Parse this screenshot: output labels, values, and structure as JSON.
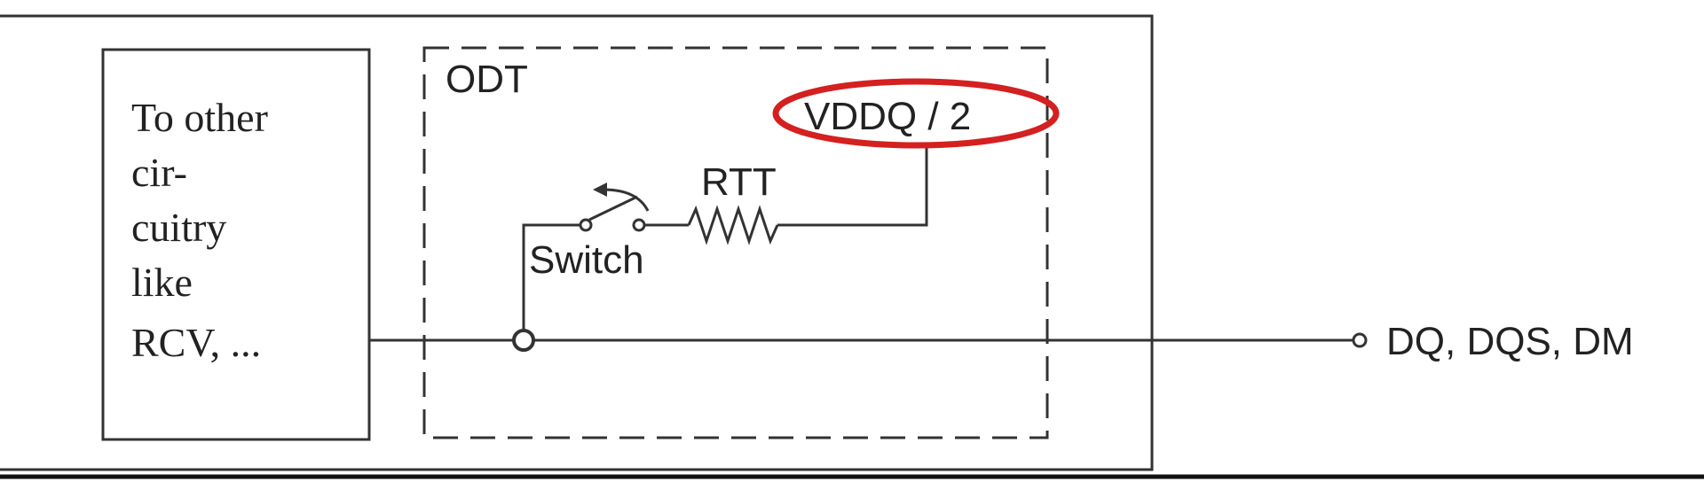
{
  "left_block": {
    "lines": [
      "To other",
      "cir-",
      "cuitry",
      "like",
      "RCV, ..."
    ]
  },
  "odt": {
    "label": "ODT",
    "supply_label": "VDDQ / 2",
    "resistor_label": "RTT",
    "switch_label": "Switch"
  },
  "output": {
    "label": "DQ, DQS, DM"
  },
  "colors": {
    "highlight": "#d42020",
    "ink": "#333333"
  }
}
